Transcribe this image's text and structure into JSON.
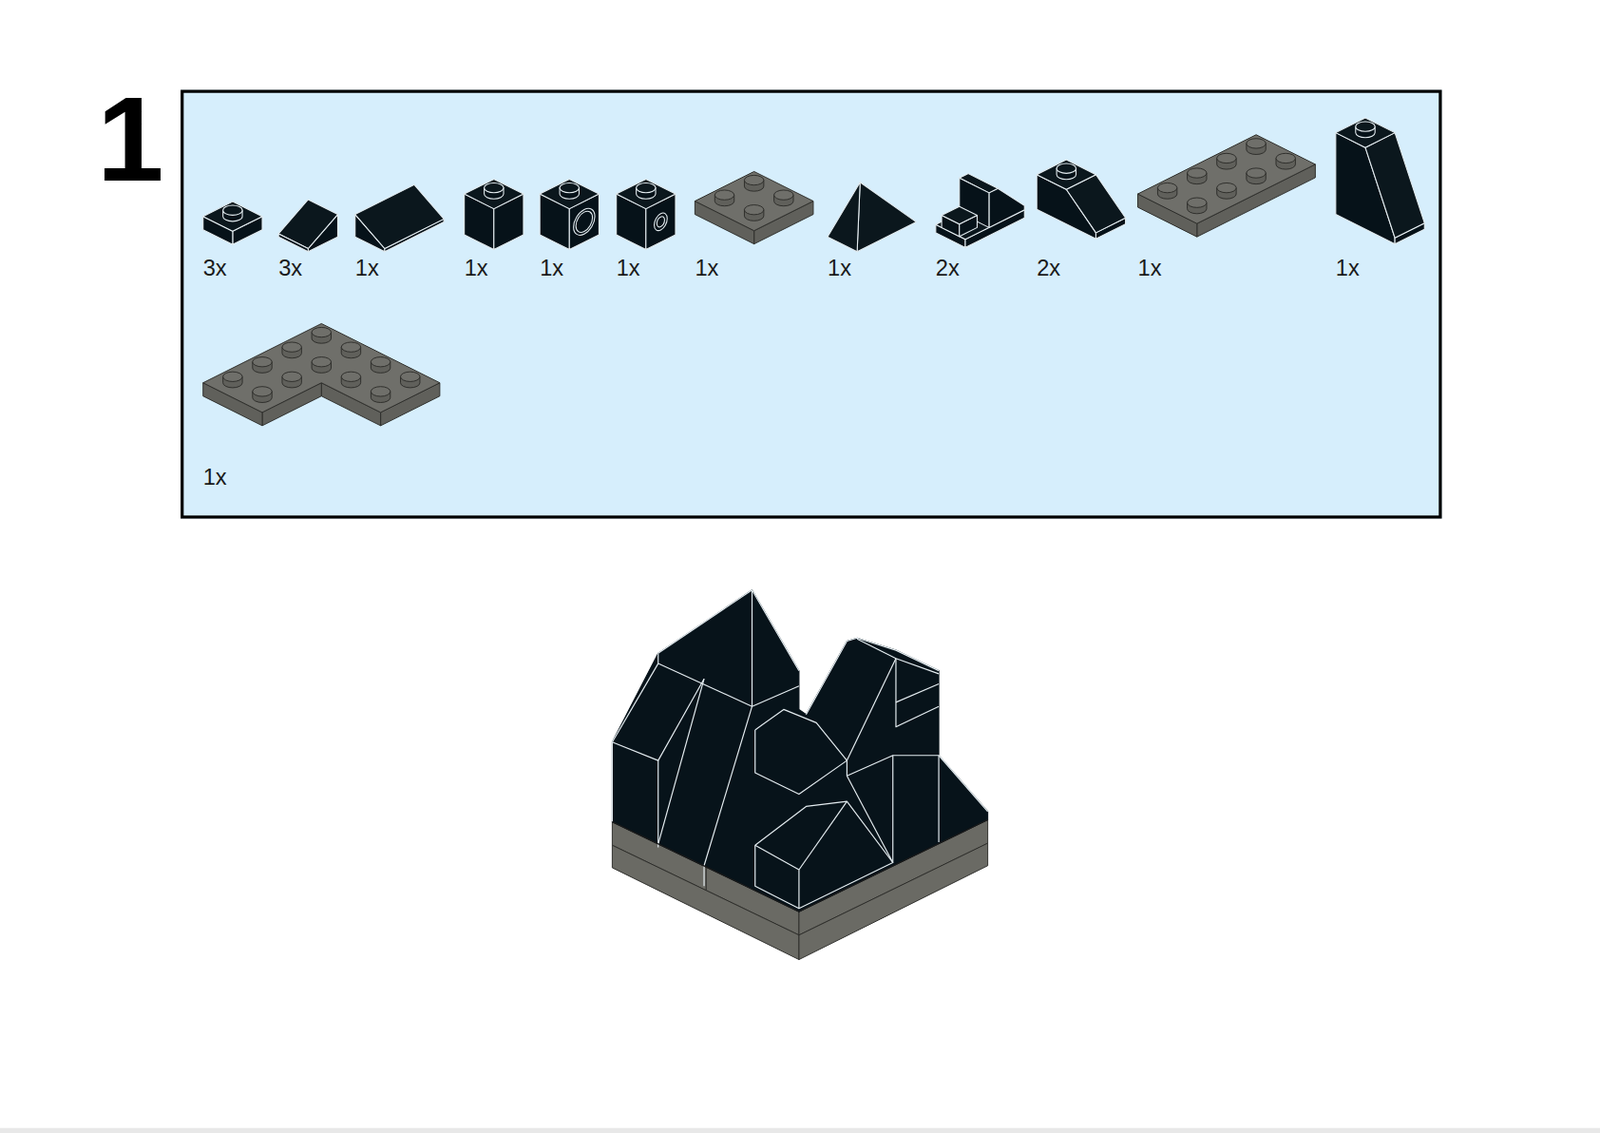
{
  "diagram": {
    "nodes": [
      {
        "text": [
          "3x",
          "3x",
          "1x",
          "1x",
          "1x",
          "1x",
          "1x",
          "1x",
          "2x",
          "2x",
          "1x",
          "1x",
          "1x"
        ]
      }
    ],
    "labels": [
      "1"
    ]
  }
}
